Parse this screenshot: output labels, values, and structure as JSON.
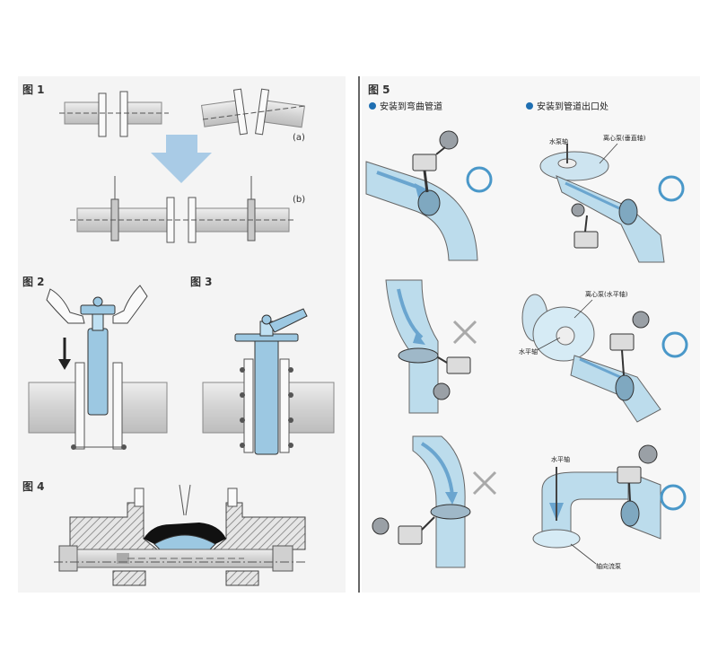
{
  "left": {
    "fig1": {
      "title": "图 1",
      "label_a": "(a)",
      "label_b": "(b)"
    },
    "fig2": {
      "title": "图 2"
    },
    "fig3": {
      "title": "图 3"
    },
    "fig4": {
      "title": "图 4"
    }
  },
  "right": {
    "fig5": {
      "title": "图 5",
      "section_bend": "安装到弯曲管道",
      "section_outlet": "安装到管道出口处",
      "labels": {
        "vertical_axis": "水泵轴",
        "centrifugal_vertical": "离心泵(垂直轴)",
        "centrifugal_horizontal": "离心泵(水平轴)",
        "horizontal_axis_1": "水平轴",
        "horizontal_axis_2": "水平轴",
        "axial_pump": "轴向流泵"
      }
    }
  },
  "colors": {
    "pipe_blue": "#b9d9ea",
    "arrow_blue": "#a9cbe6",
    "ok_circle": "#4a98c9",
    "bullet": "#1f6fb2",
    "x_mark": "#a9a9a9",
    "hatch": "#666666"
  }
}
